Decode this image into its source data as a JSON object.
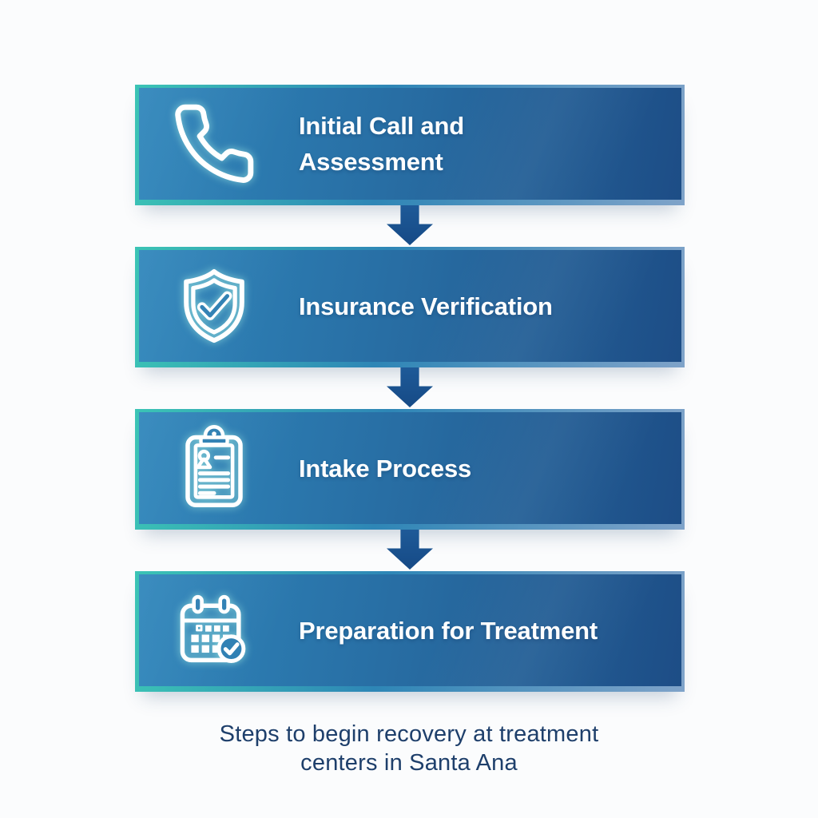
{
  "diagram": {
    "steps": [
      {
        "label": "Initial Call and\nAssessment",
        "icon": "phone-icon"
      },
      {
        "label": "Insurance Verification",
        "icon": "shield-check-icon"
      },
      {
        "label": "Intake Process",
        "icon": "clipboard-person-icon"
      },
      {
        "label": "Preparation for Treatment",
        "icon": "calendar-check-icon"
      }
    ],
    "caption": "Steps to begin recovery at treatment\ncenters in Santa Ana",
    "colors": {
      "bar_start": "#2f86bb",
      "bar_mid": "#276ba1",
      "bar_end": "#1d4d86",
      "edge_start": "#3bc4b5",
      "edge_mid": "#2e86b6",
      "edge_end": "#7fa3c9",
      "arrow": "#1e5a98",
      "bar_text": "#ffffff",
      "caption_text": "#1e3f6b",
      "icon_mask": "#2e7fb3"
    }
  }
}
